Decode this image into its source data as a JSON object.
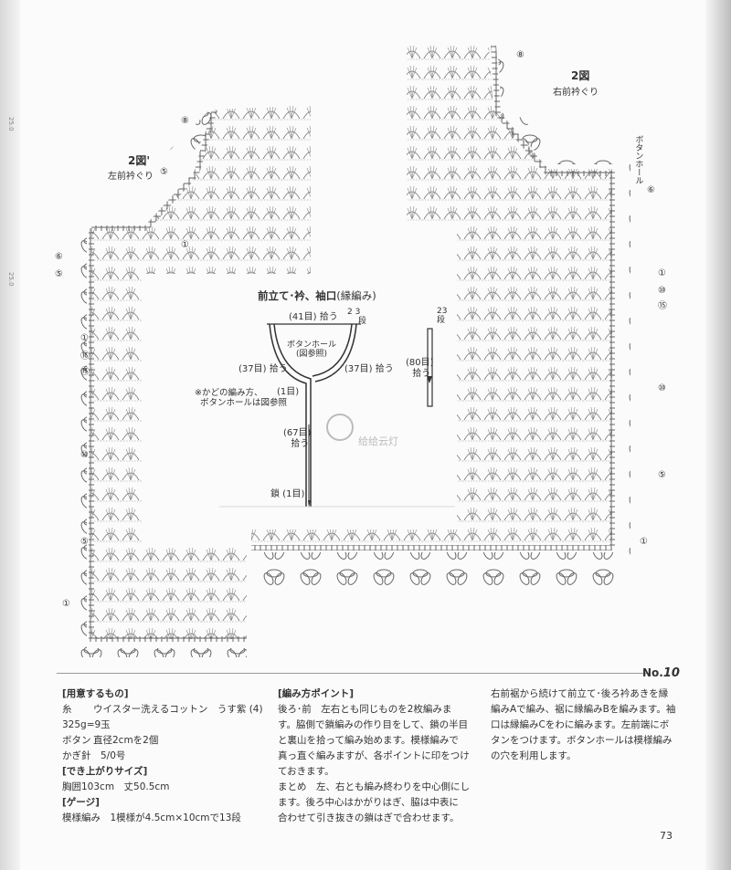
{
  "spine": {
    "marks": [
      "25.0",
      "25.0"
    ]
  },
  "diagram": {
    "left_fig_num": "2図'",
    "left_fig_caption": "左前衿ぐり",
    "right_fig_num": "2図",
    "right_fig_caption": "右前衿ぐり",
    "buttonhole_vertical": "ボタンホール",
    "row_markers": [
      "⑧",
      "⑤",
      "①",
      "⑥",
      "⑤",
      "①",
      "⑯",
      "⑮",
      "⑩",
      "⑤",
      "①",
      "⑧",
      "⑥",
      "①",
      "⑩",
      "⑮",
      "⑩",
      "⑤",
      "①"
    ],
    "schematic": {
      "title": "前立て･衿、袖口",
      "title_paren": "(縁編み)",
      "neck_top": "(41目) 拾う",
      "rows_top": "2",
      "rows_top_frac": "3",
      "rows_top_unit": "段",
      "buttonhole": "ボタンホール",
      "buttonhole_ref": "(図参照)",
      "left_curve": "(37目) 拾う",
      "right_curve": "(37目) 拾う",
      "note_line1": "※かどの編み方、",
      "note_line2": "ボタンホールは図参照",
      "one_stitch": "(1目)",
      "front_count": "(67目)",
      "front_pick": "拾う",
      "chain": "鎖 (1目)",
      "sleeve_rows": "2",
      "sleeve_rows_frac": "3",
      "sleeve_rows_unit": "段",
      "sleeve_count": "(80目)",
      "sleeve_pick": "拾う"
    },
    "watermark": "给给云灯"
  },
  "page_label": {
    "prefix": "No.",
    "num": "10"
  },
  "materials": {
    "title": "[用意するもの]",
    "yarn_label": "糸",
    "yarn": "ウイスター洗えるコットン　うす紫 (4)",
    "yarn_amount": "325g=9玉",
    "button_label": "ボタン",
    "button": "直径2cmを2個",
    "hook_label": "かぎ針",
    "hook": "5/0号",
    "size_title": "[でき上がりサイズ]",
    "size": "胸囲103cm　丈50.5cm",
    "gauge_title": "[ゲージ]",
    "gauge": "模様編み　1模様が4.5cm×10cmで13段"
  },
  "method": {
    "title": "[編み方ポイント]",
    "lines": [
      "後ろ･前　左右とも同じものを2枚編みま",
      "す。脇側で鎖編みの作り目をして、鎖の半目",
      "と裏山を拾って編み始めます。模様編みで",
      "真っ直ぐ編みますが、各ポイントに印をつけ",
      "ておきます。",
      "まとめ　左、右とも編み終わりを中心側にし",
      "ます。後ろ中心はかがりはぎ、脇は中表に",
      "合わせて引き抜きの鎖はぎで合わせます。"
    ]
  },
  "method2": {
    "lines": [
      "右前裾から続けて前立て･後ろ衿あきを縁",
      "編みAで編み、裾に縁編みBを編みます。袖",
      "口は縁編みCをわに編みます。左前端にボ",
      "タンをつけます。ボタンホールは模様編み",
      "の穴を利用します。"
    ]
  },
  "page_number": "73"
}
